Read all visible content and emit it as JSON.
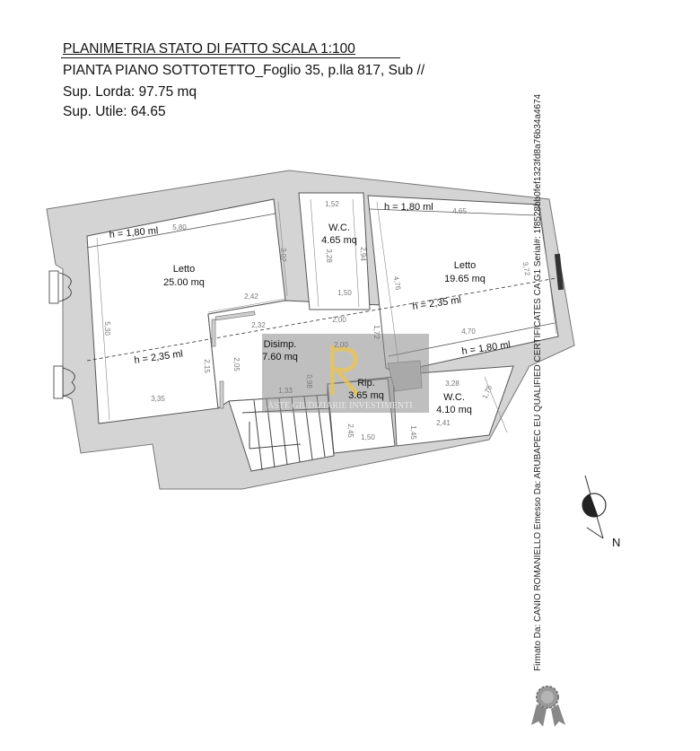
{
  "header": {
    "title": "PLANIMETRIA STATO DI FATTO SCALA 1:100",
    "subtitle": "PIANTA PIANO SOTTOTETTO_Foglio 35, p.lla 817, Sub //",
    "gross_area": "Sup. Lorda: 97.75 mq",
    "net_area": "Sup. Utile: 64.65"
  },
  "rooms": [
    {
      "name": "Letto",
      "area": "25.00 mq"
    },
    {
      "name": "W.C.",
      "area": "4.65 mq"
    },
    {
      "name": "Letto",
      "area": "19.65 mq"
    },
    {
      "name": "Disimp.",
      "area": "7.60 mq"
    },
    {
      "name": "Rip.",
      "area": "3.65 mq"
    },
    {
      "name": "W.C.",
      "area": "4.10 mq"
    }
  ],
  "heights": {
    "left_top": "h = 1,80 ml",
    "left_mid": "h = 2,35 ml",
    "right_top": "h = 1,80 ml",
    "right_mid": "h = 2,35 ml",
    "right_bottom": "h = 1,80 ml"
  },
  "dimensions": {
    "d580": "5,80",
    "d302": "3,02",
    "d242": "2,42",
    "d530": "5,30",
    "d232": "2,32",
    "d215": "2,15",
    "d205": "2,05",
    "d335": "3,35",
    "d152": "1,52",
    "d328a": "3,28",
    "d294": "2,94",
    "d150a": "1,50",
    "d200a": "2,00",
    "d172": "1,72",
    "d200b": "2,00",
    "d133": "1,33",
    "d098": "0,98",
    "d245": "2,45",
    "d150b": "1,50",
    "d465": "4,65",
    "d476": "4,76",
    "d372": "3,72",
    "d470": "4,70",
    "d328b": "3,28",
    "d175": "1,75",
    "d241": "2,41",
    "d145": "1,45"
  },
  "compass": {
    "label": "N"
  },
  "watermark": {
    "text": "ASTE GIUDIZIARIE INVESTIMENTI",
    "logo": "RI"
  },
  "signature": "Firmato Da: CANIO ROMANIELLO Emesso Da: ARUBAPEC EU QUALIFIED CERTIFICATES CA G1 Serial#: 1f8528bb0fef1323fd8a76b34a4674",
  "colors": {
    "wall": "#d4d4d4",
    "line": "#555555",
    "text": "#111111"
  }
}
